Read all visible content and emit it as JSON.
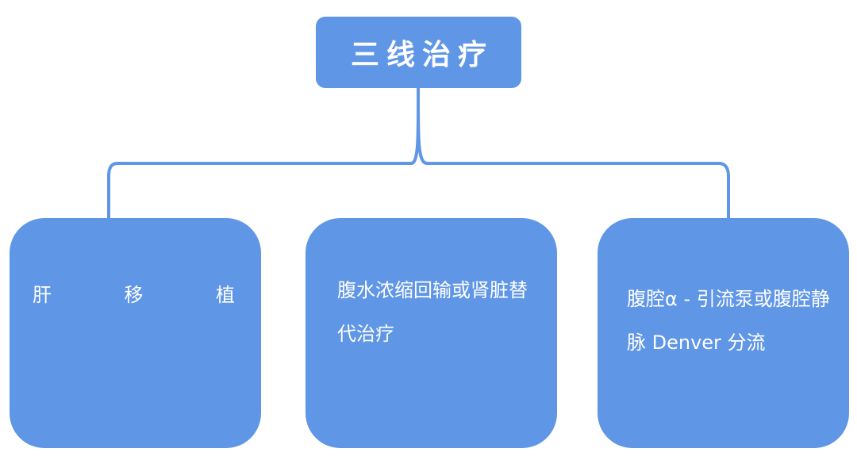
{
  "colors": {
    "node_fill": "#5f96e6",
    "connector": "#5f96e6",
    "text": "#ffffff",
    "background": "#ffffff"
  },
  "root": {
    "label": "三线治疗"
  },
  "children": [
    {
      "chars": [
        "肝",
        "移",
        "植"
      ]
    },
    {
      "label": "腹水浓缩回输或肾脏替代治疗"
    },
    {
      "label": "腹腔α - 引流泵或腹腔静脉 Denver 分流"
    }
  ]
}
